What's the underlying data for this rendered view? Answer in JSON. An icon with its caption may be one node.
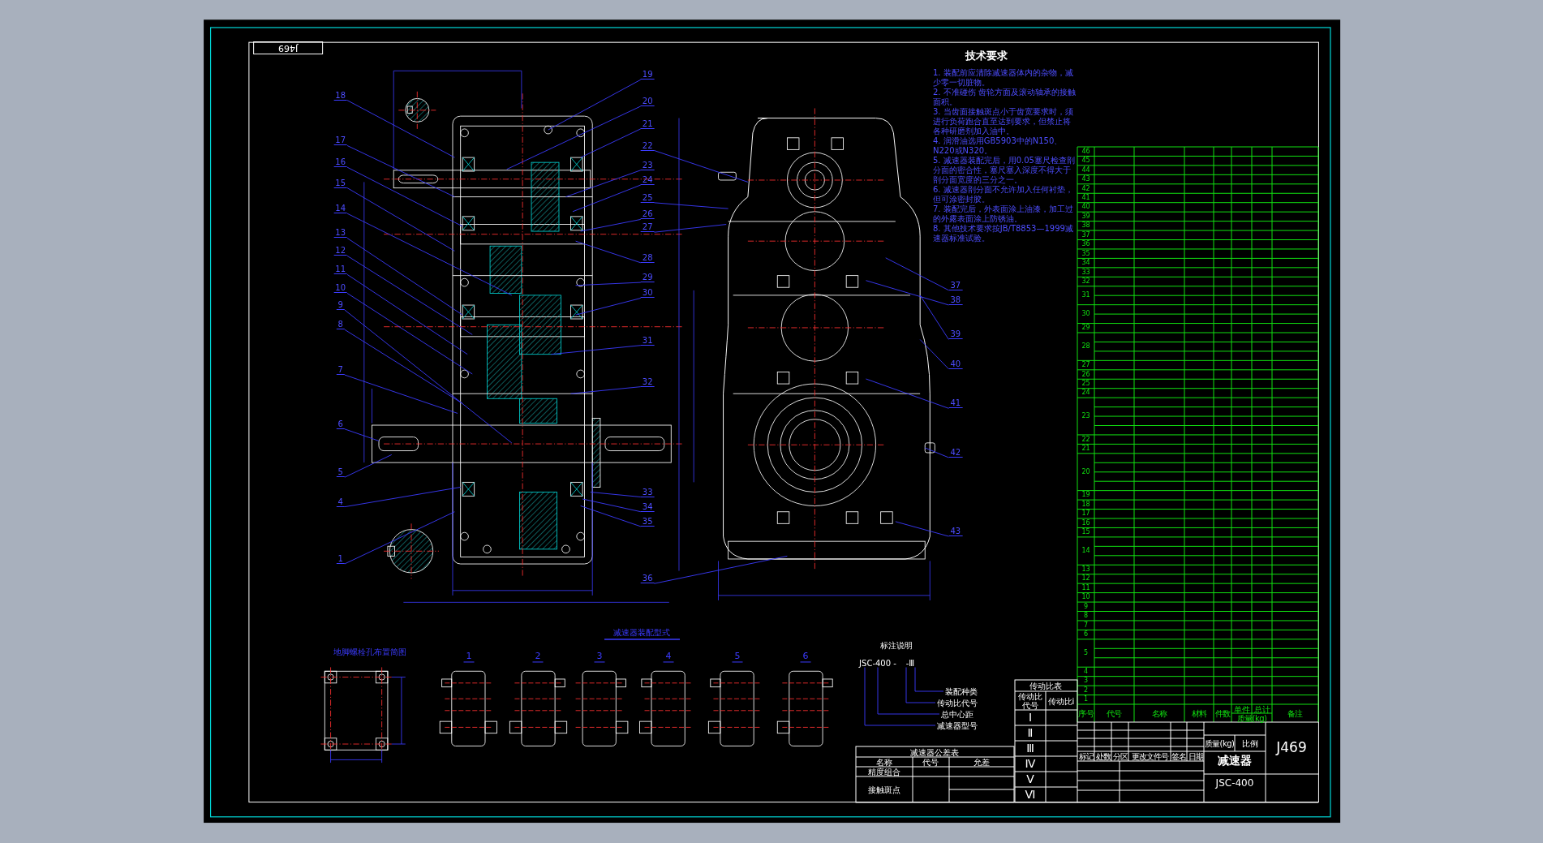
{
  "diagram": {
    "nodes": [
      {
        "text": [
          "18"
        ]
      },
      {
        "text": [
          "17"
        ]
      },
      {
        "text": [
          "16"
        ]
      },
      {
        "text": [
          "15"
        ]
      },
      {
        "text": [
          "14"
        ]
      },
      {
        "text": [
          "13"
        ]
      },
      {
        "text": [
          "12"
        ]
      },
      {
        "text": [
          "11"
        ]
      },
      {
        "text": [
          "10"
        ]
      },
      {
        "text": [
          "9"
        ]
      },
      {
        "text": [
          "8"
        ]
      },
      {
        "text": [
          "7"
        ]
      },
      {
        "text": [
          "6"
        ]
      },
      {
        "text": [
          "5"
        ]
      },
      {
        "text": [
          "4"
        ]
      },
      {
        "text": [
          "1"
        ]
      },
      {
        "text": [
          "19"
        ]
      },
      {
        "text": [
          "20"
        ]
      },
      {
        "text": [
          "21"
        ]
      },
      {
        "text": [
          "22"
        ]
      },
      {
        "text": [
          "23"
        ]
      },
      {
        "text": [
          "24"
        ]
      },
      {
        "text": [
          "25"
        ]
      },
      {
        "text": [
          "26"
        ]
      },
      {
        "text": [
          "27"
        ]
      },
      {
        "text": [
          "28"
        ]
      },
      {
        "text": [
          "29"
        ]
      },
      {
        "text": [
          "30"
        ]
      },
      {
        "text": [
          "31"
        ]
      },
      {
        "text": [
          "32"
        ]
      },
      {
        "text": [
          "33"
        ]
      },
      {
        "text": [
          "34"
        ]
      },
      {
        "text": [
          "35"
        ]
      },
      {
        "text": [
          "36"
        ]
      },
      {
        "text": [
          "37"
        ]
      },
      {
        "text": [
          "38"
        ]
      },
      {
        "text": [
          "39"
        ]
      },
      {
        "text": [
          "40"
        ]
      },
      {
        "text": [
          "41"
        ]
      },
      {
        "text": [
          "42"
        ]
      },
      {
        "text": [
          "43"
        ]
      },
      {
        "text": [
          "JSC-400 -"
        ]
      },
      {
        "text": [
          "-Ⅲ"
        ]
      },
      {
        "text": [
          "装配种类"
        ]
      },
      {
        "text": [
          "传动比代号"
        ]
      },
      {
        "text": [
          "总中心距"
        ]
      },
      {
        "text": [
          "减速器型号"
        ]
      }
    ],
    "edges": [
      {
        "from": 0,
        "to": null,
        "arrow": "none"
      },
      {
        "from": 1,
        "to": null,
        "arrow": "none"
      },
      {
        "from": 2,
        "to": null,
        "arrow": "none"
      },
      {
        "from": 3,
        "to": null,
        "arrow": "none"
      },
      {
        "from": 4,
        "to": null,
        "arrow": "none"
      },
      {
        "from": 5,
        "to": null,
        "arrow": "none"
      },
      {
        "from": 6,
        "to": null,
        "arrow": "none"
      },
      {
        "from": 7,
        "to": null,
        "arrow": "none"
      },
      {
        "from": 8,
        "to": null,
        "arrow": "none"
      },
      {
        "from": 9,
        "to": null,
        "arrow": "none"
      },
      {
        "from": 10,
        "to": null,
        "arrow": "none"
      },
      {
        "from": 11,
        "to": null,
        "arrow": "none"
      },
      {
        "from": 12,
        "to": null,
        "arrow": "none"
      },
      {
        "from": 13,
        "to": null,
        "arrow": "none"
      },
      {
        "from": 14,
        "to": null,
        "arrow": "none"
      },
      {
        "from": 15,
        "to": null,
        "arrow": "none"
      },
      {
        "from": 16,
        "to": null,
        "arrow": "none"
      },
      {
        "from": 17,
        "to": null,
        "arrow": "none"
      },
      {
        "from": 18,
        "to": null,
        "arrow": "none"
      },
      {
        "from": 19,
        "to": null,
        "arrow": "none"
      },
      {
        "from": 20,
        "to": null,
        "arrow": "none"
      },
      {
        "from": 21,
        "to": null,
        "arrow": "none"
      },
      {
        "from": 22,
        "to": null,
        "arrow": "none"
      },
      {
        "from": 23,
        "to": null,
        "arrow": "none"
      },
      {
        "from": 24,
        "to": null,
        "arrow": "none"
      },
      {
        "from": 25,
        "to": null,
        "arrow": "none"
      },
      {
        "from": 26,
        "to": null,
        "arrow": "none"
      },
      {
        "from": 27,
        "to": null,
        "arrow": "none"
      },
      {
        "from": 28,
        "to": null,
        "arrow": "none"
      },
      {
        "from": 29,
        "to": null,
        "arrow": "none"
      },
      {
        "from": 30,
        "to": null,
        "arrow": "none"
      },
      {
        "from": 31,
        "to": null,
        "arrow": "none"
      },
      {
        "from": 32,
        "to": null,
        "arrow": "none"
      },
      {
        "from": 33,
        "to": null,
        "arrow": "none"
      },
      {
        "from": 34,
        "to": null,
        "arrow": "none"
      },
      {
        "from": 35,
        "to": null,
        "arrow": "none"
      },
      {
        "from": 36,
        "to": null,
        "arrow": "none"
      },
      {
        "from": 37,
        "to": null,
        "arrow": "none"
      },
      {
        "from": 38,
        "to": null,
        "arrow": "none"
      },
      {
        "from": 39,
        "to": null,
        "arrow": "none"
      },
      {
        "from": 40,
        "to": null,
        "arrow": "none"
      },
      {
        "from": 41,
        "to": 46,
        "arrow": "none"
      },
      {
        "from": 41,
        "to": 45,
        "arrow": "none"
      },
      {
        "from": 42,
        "to": 44,
        "arrow": "none"
      },
      {
        "from": 42,
        "to": 43,
        "arrow": "none"
      }
    ],
    "labels": [
      "J469",
      "技术要求",
      "1. 装配前应清除减速器体内的杂物，减少零一切脏物。",
      "2. 不准碰伤 齿轮方面及滚动轴承的接触面积。",
      "3. 当齿面接触斑点小于齿宽要求时，须进行负荷跑合直至达到要求，但禁止将各种研磨剂加入油中。",
      "4. 润滑油选用GB5903中的N150、N220或N320。",
      "5. 减速器装配完后，用0.05塞尺检查剖分面的密合性，塞尺塞入深度不得大于剖分面宽度的三分之一。",
      "6. 减速器剖分面不允许加入任何衬垫，但可涂密封胶。",
      "7. 装配完后，外表面涂上油漆，加工过的外露表面涂上防锈油。",
      "8. 其他技术要求按JB/T8853—1999减速器标准试验。",
      "46",
      "45",
      "44",
      "43",
      "42",
      "41",
      "40",
      "39",
      "38",
      "37",
      "36",
      "35",
      "34",
      "33",
      "32",
      "31",
      "30",
      "29",
      "28",
      "27",
      "26",
      "25",
      "24",
      "23",
      "22",
      "21",
      "20",
      "19",
      "18",
      "17",
      "16",
      "15",
      "14",
      "13",
      "12",
      "11",
      "10",
      "9",
      "8",
      "7",
      "6",
      "5",
      "4",
      "3",
      "2",
      "1",
      "序号",
      "代号",
      "名称",
      "材料",
      "件数",
      "单件",
      "总计",
      "质量(kg)",
      "备注",
      "传动比表",
      "传动比代号",
      "传动比i",
      "Ⅰ",
      "Ⅱ",
      "Ⅲ",
      "Ⅳ",
      "Ⅴ",
      "Ⅵ",
      "标记",
      "处数",
      "分区",
      "更改文件号",
      "签名",
      "日期",
      "质量(kg)",
      "比例",
      "J469",
      "减速器",
      "JSC-400",
      "减速器装配型式",
      "1",
      "2",
      "3",
      "4",
      "5",
      "6",
      "地脚螺栓孔布置简图",
      "标注说明",
      "减速器公差表",
      "名称",
      "代号",
      "允差",
      "精度组合",
      "接触斑点"
    ]
  }
}
